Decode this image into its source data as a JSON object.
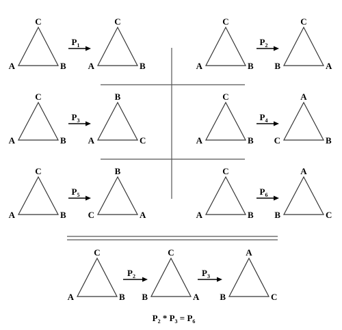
{
  "rows": [
    {
      "left": {
        "from": [
          "A",
          "B",
          "C"
        ],
        "op": "P",
        "sub": "1",
        "to": [
          "A",
          "B",
          "C"
        ]
      },
      "right": {
        "from": [
          "A",
          "B",
          "C"
        ],
        "op": "P",
        "sub": "2",
        "to": [
          "B",
          "A",
          "C"
        ]
      }
    },
    {
      "left": {
        "from": [
          "A",
          "B",
          "C"
        ],
        "op": "P",
        "sub": "3",
        "to": [
          "A",
          "C",
          "B"
        ]
      },
      "right": {
        "from": [
          "A",
          "B",
          "C"
        ],
        "op": "P",
        "sub": "4",
        "to": [
          "C",
          "B",
          "A"
        ]
      }
    },
    {
      "left": {
        "from": [
          "A",
          "B",
          "C"
        ],
        "op": "P",
        "sub": "5",
        "to": [
          "C",
          "A",
          "B"
        ]
      },
      "right": {
        "from": [
          "A",
          "B",
          "C"
        ],
        "op": "P",
        "sub": "6",
        "to": [
          "B",
          "C",
          "A"
        ]
      }
    }
  ],
  "composition": {
    "start": [
      "A",
      "B",
      "C"
    ],
    "op1": "P",
    "op1_sub": "2",
    "mid": [
      "B",
      "A",
      "C"
    ],
    "op2": "P",
    "op2_sub": "3",
    "end": [
      "B",
      "C",
      "A"
    ],
    "equation": {
      "a": "P",
      "a_sub": "2",
      "star": "*",
      "b": "P",
      "b_sub": "3",
      "eq": "=",
      "c": "P",
      "c_sub": "6"
    }
  }
}
